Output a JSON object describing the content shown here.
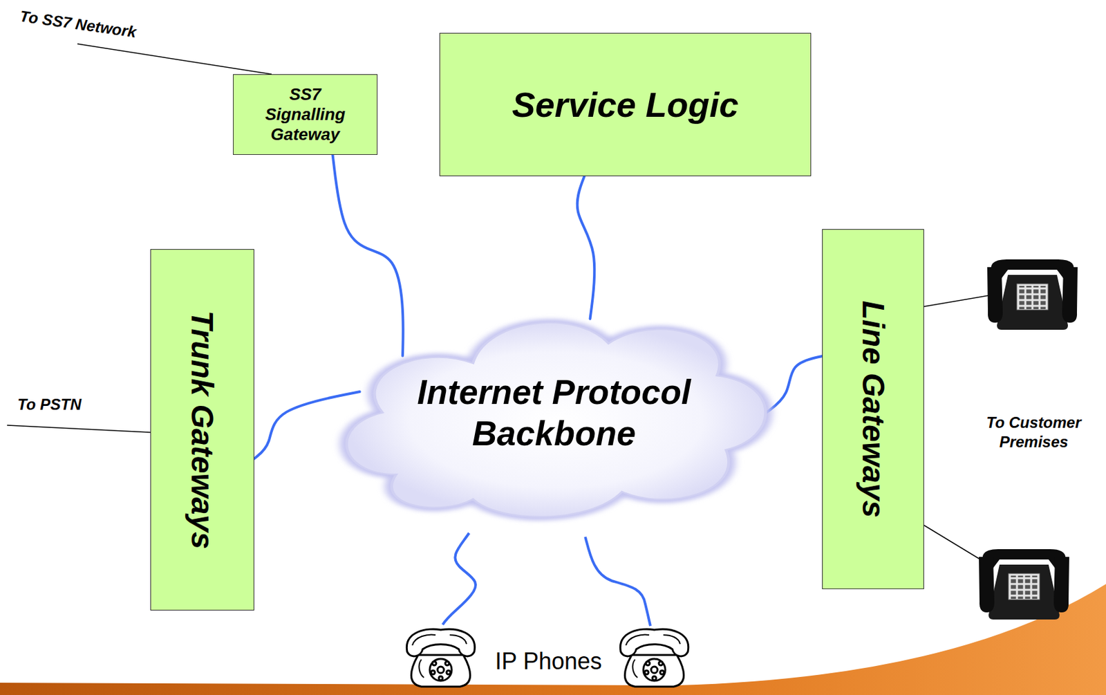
{
  "diagram": {
    "nodes": [
      {
        "text": [
          "SS7 Signalling Gateway"
        ]
      },
      {
        "text": [
          "Service Logic"
        ]
      },
      {
        "text": [
          "Trunk Gateways"
        ]
      },
      {
        "text": [
          "Internet Protocol Backbone"
        ]
      },
      {
        "text": [
          "Line Gateways"
        ]
      }
    ],
    "edges": [
      {
        "from": 0,
        "to": 3,
        "arrow": "none"
      },
      {
        "from": 1,
        "to": 3,
        "arrow": "none"
      },
      {
        "from": 2,
        "to": 3,
        "arrow": "none"
      },
      {
        "from": 3,
        "to": 4,
        "arrow": "none"
      }
    ],
    "labels": [
      "To SS7 Network",
      "To PSTN",
      "To Customer Premises",
      "IP Phones"
    ]
  }
}
